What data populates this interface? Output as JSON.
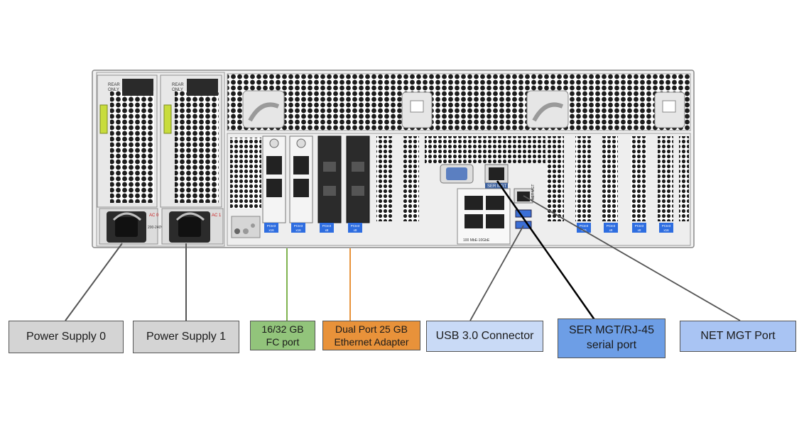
{
  "chassis": {
    "psu_label_lines": [
      "REAR",
      "ONLY"
    ],
    "psu_ac_labels": [
      "AC 0",
      "AC 1"
    ],
    "psu_rating": "200-240V~",
    "pcie_slot_labels": [
      "PCIe3\nx16",
      "PCIe3\nx16",
      "PCIe3\nx8",
      "PCIe3\nx8",
      "PCIe3\nx16",
      "PCIe3\nx8",
      "PCIe3\nx8",
      "PCIe3\nx16"
    ],
    "ser_mgt_label": "SER MGT",
    "net_mgt_label": "NET MGT",
    "ethernet_caption": "100 MbE-10GbE"
  },
  "callouts": {
    "psu0": "Power Supply 0",
    "psu1": "Power Supply 1",
    "fc": "16/32 GB\nFC port",
    "eth25": "Dual Port 25 GB\nEthernet Adapter",
    "usb": "USB 3.0 Connector",
    "sermgt": "SER MGT/RJ-45\nserial port",
    "netmgt": "NET MGT Port"
  },
  "colors": {
    "green_line": "#7fb34f",
    "orange_line": "#e8923a",
    "gray_line": "#555555",
    "dark_line": "#000000"
  }
}
